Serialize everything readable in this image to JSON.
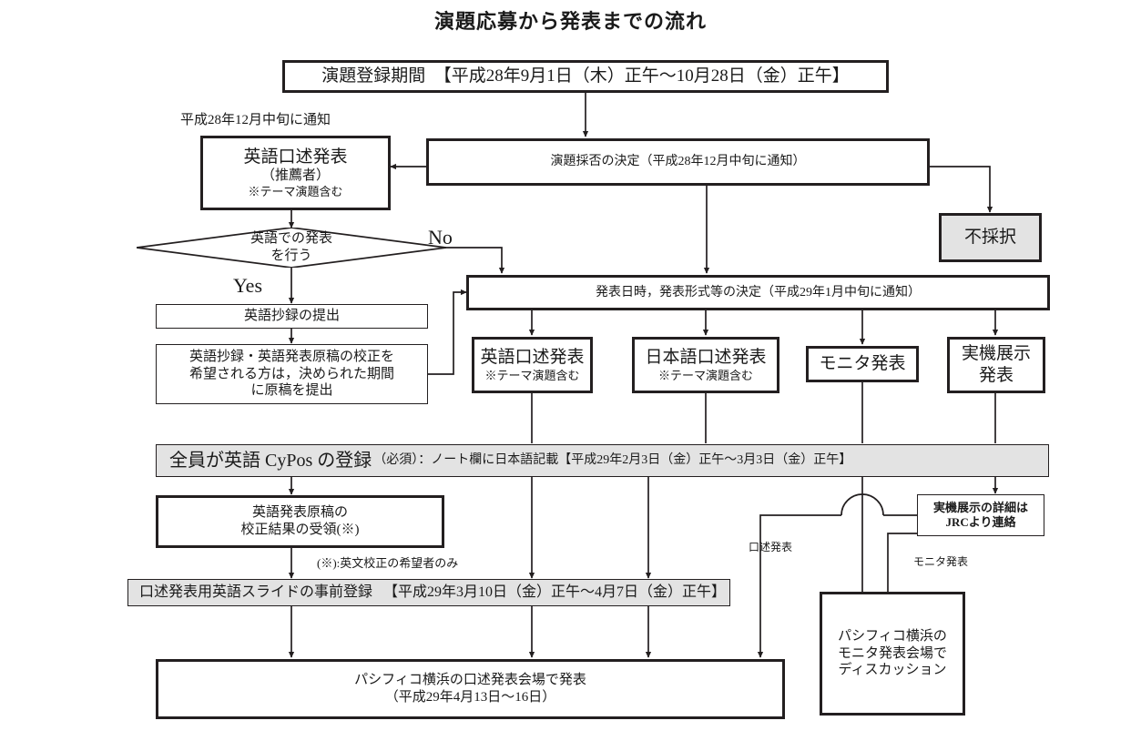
{
  "title": "演題応募から発表までの流れ",
  "nodes": {
    "registration_period": "演題登録期間　【平成28年9月1日（木）正午～10月28日（金）正午】",
    "acceptance_decision": "演題採否の決定（平成28年12月中旬に通知）",
    "not_accepted": "不採択",
    "english_oral_recommended_l1": "英語口述発表",
    "english_oral_recommended_l2": "（推薦者）",
    "english_oral_recommended_l3": "※テーマ演題含む",
    "decision_english_l1": "英語での発表",
    "decision_english_l2": "を行う",
    "english_abstract_submit": "英語抄録の提出",
    "proofreading_l1": "英語抄録・英語発表原稿の校正を",
    "proofreading_l2": "希望される方は，決められた期間",
    "proofreading_l3": "に原稿を提出",
    "schedule_decision": "発表日時，発表形式等の決定（平成29年1月中旬に通知）",
    "english_oral_l1": "英語口述発表",
    "english_oral_l2": "※テーマ演題含む",
    "japanese_oral_l1": "日本語口述発表",
    "japanese_oral_l2": "※テーマ演題含む",
    "monitor_presentation": "モニタ発表",
    "equipment_demo_l1": "実機展示",
    "equipment_demo_l2": "発表",
    "cypos_registration_main": "全員が英語 CyPos の登録",
    "cypos_registration_note": "（必須）：ノート欄に日本語記載【平成29年2月3日（金）正午～3月3日（金）正午】",
    "proof_result_l1": "英語発表原稿の",
    "proof_result_l2": "校正結果の受領(※)",
    "slide_preregistration_main": "口述発表用英語スライドの事前登録",
    "slide_preregistration_note": "【平成29年3月10日（金）正午～4月7日（金）正午】",
    "jrc_contact_l1": "実機展示の詳細は",
    "jrc_contact_l2": "JRCより連絡",
    "final_oral_l1": "パシフィコ横浜の口述発表会場で発表",
    "final_oral_l2": "（平成29年4月13日～16日）",
    "final_monitor_l1": "パシフィコ横浜の",
    "final_monitor_l2": "モニタ発表会場で",
    "final_monitor_l3": "ディスカッション"
  },
  "labels": {
    "notify_dec": "平成28年12月中旬に通知",
    "yes": "Yes",
    "no": "No",
    "proof_only": "(※):英文校正の希望者のみ",
    "oral_presentation": "口述発表",
    "monitor_presentation": "モニタ発表"
  },
  "colors": {
    "line": "#231f20",
    "gray_fill": "#e3e3e3",
    "page_bg": "#ffffff",
    "text": "#1a1a1a"
  }
}
